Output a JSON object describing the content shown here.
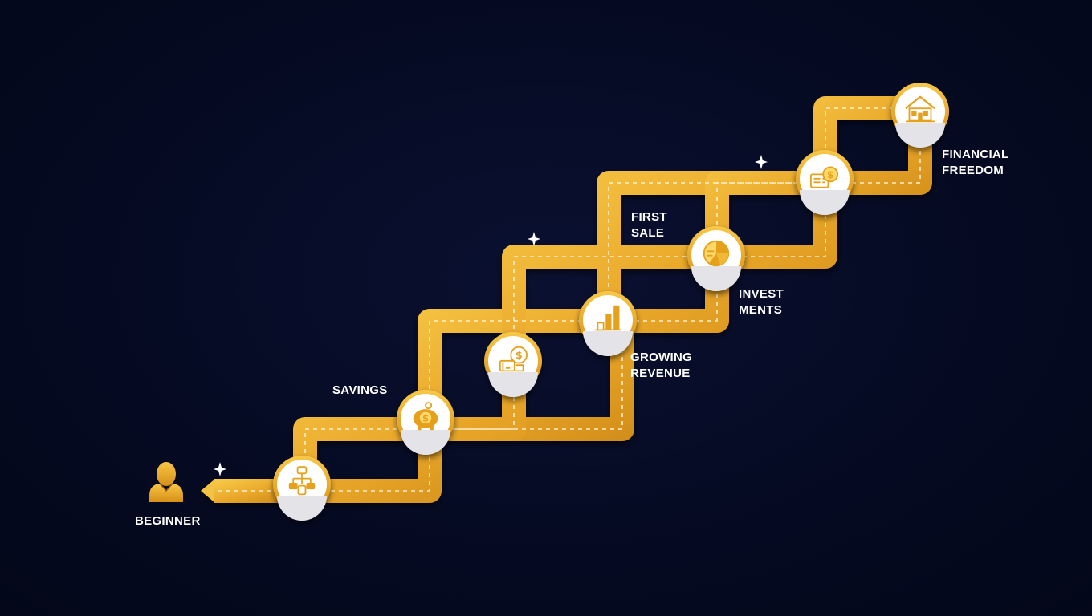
{
  "steps": [
    {
      "label": "BEGINNER",
      "icon": "person-icon"
    },
    {
      "label": "",
      "icon": "flowchart-icon"
    },
    {
      "label": "SAVINGS",
      "icon": "piggy-bank-icon"
    },
    {
      "label": "",
      "icon": "money-bag-icon"
    },
    {
      "label": "GROWING\nREVENUE",
      "icon": "bar-chart-icon"
    },
    {
      "label": "FIRST\nSALE",
      "icon": "pie-chart-icon"
    },
    {
      "label": "INVEST\nMENTS",
      "icon": "cash-register-icon"
    },
    {
      "label": "FINANCIAL\nFREEDOM",
      "icon": "house-icon"
    }
  ],
  "colors": {
    "background": "#050a22",
    "road": "#e8a823",
    "road_light": "#f7c845",
    "road_dark": "#a86a10",
    "node_fill": "#ffffff",
    "icon": "#e6a11c",
    "text": "#ffffff"
  }
}
